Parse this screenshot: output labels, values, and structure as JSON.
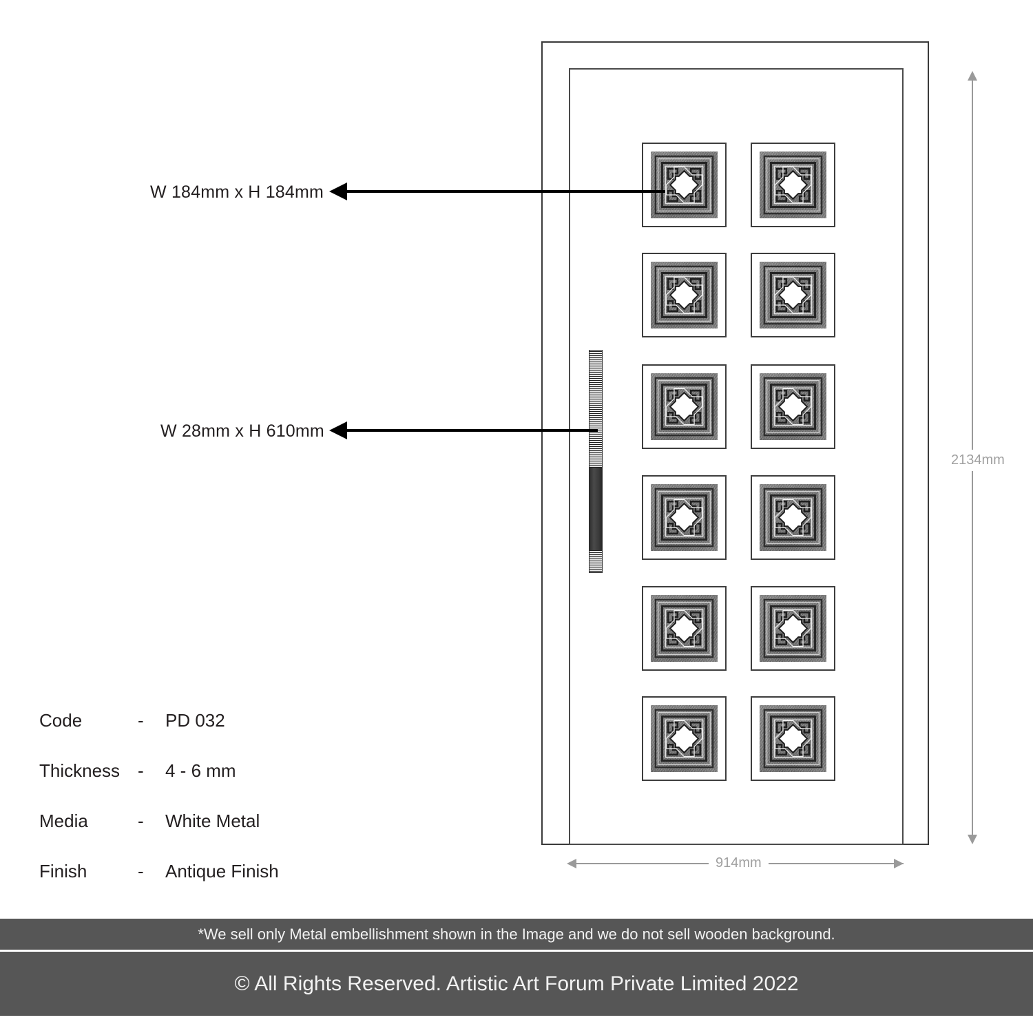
{
  "product": {
    "door": {
      "width_label": "914mm",
      "height_label": "2134mm"
    },
    "callouts": [
      {
        "id": "panel-tile",
        "label": "W 184mm x H 184mm"
      },
      {
        "id": "handle",
        "label": "W 28mm x H 610mm"
      }
    ],
    "specs": [
      {
        "key": "Code",
        "dash": "-",
        "value": "PD 032"
      },
      {
        "key": "Thickness",
        "dash": "-",
        "value": "4 - 6 mm"
      },
      {
        "key": "Media",
        "dash": "-",
        "value": "White Metal"
      },
      {
        "key": "Finish",
        "dash": "-",
        "value": "Antique Finish"
      }
    ]
  },
  "footer": {
    "note": "*We sell only Metal embellishment shown in the Image and we do not sell wooden background.",
    "copyright": "© All Rights Reserved. Artistic Art Forum Private Limited 2022"
  },
  "colors": {
    "band_background": "#565656",
    "band_text": "#f2f2f2",
    "dimension_gray": "#9a9a9a",
    "callout_black": "#000000",
    "metal_gray": "#7b7b7b"
  }
}
